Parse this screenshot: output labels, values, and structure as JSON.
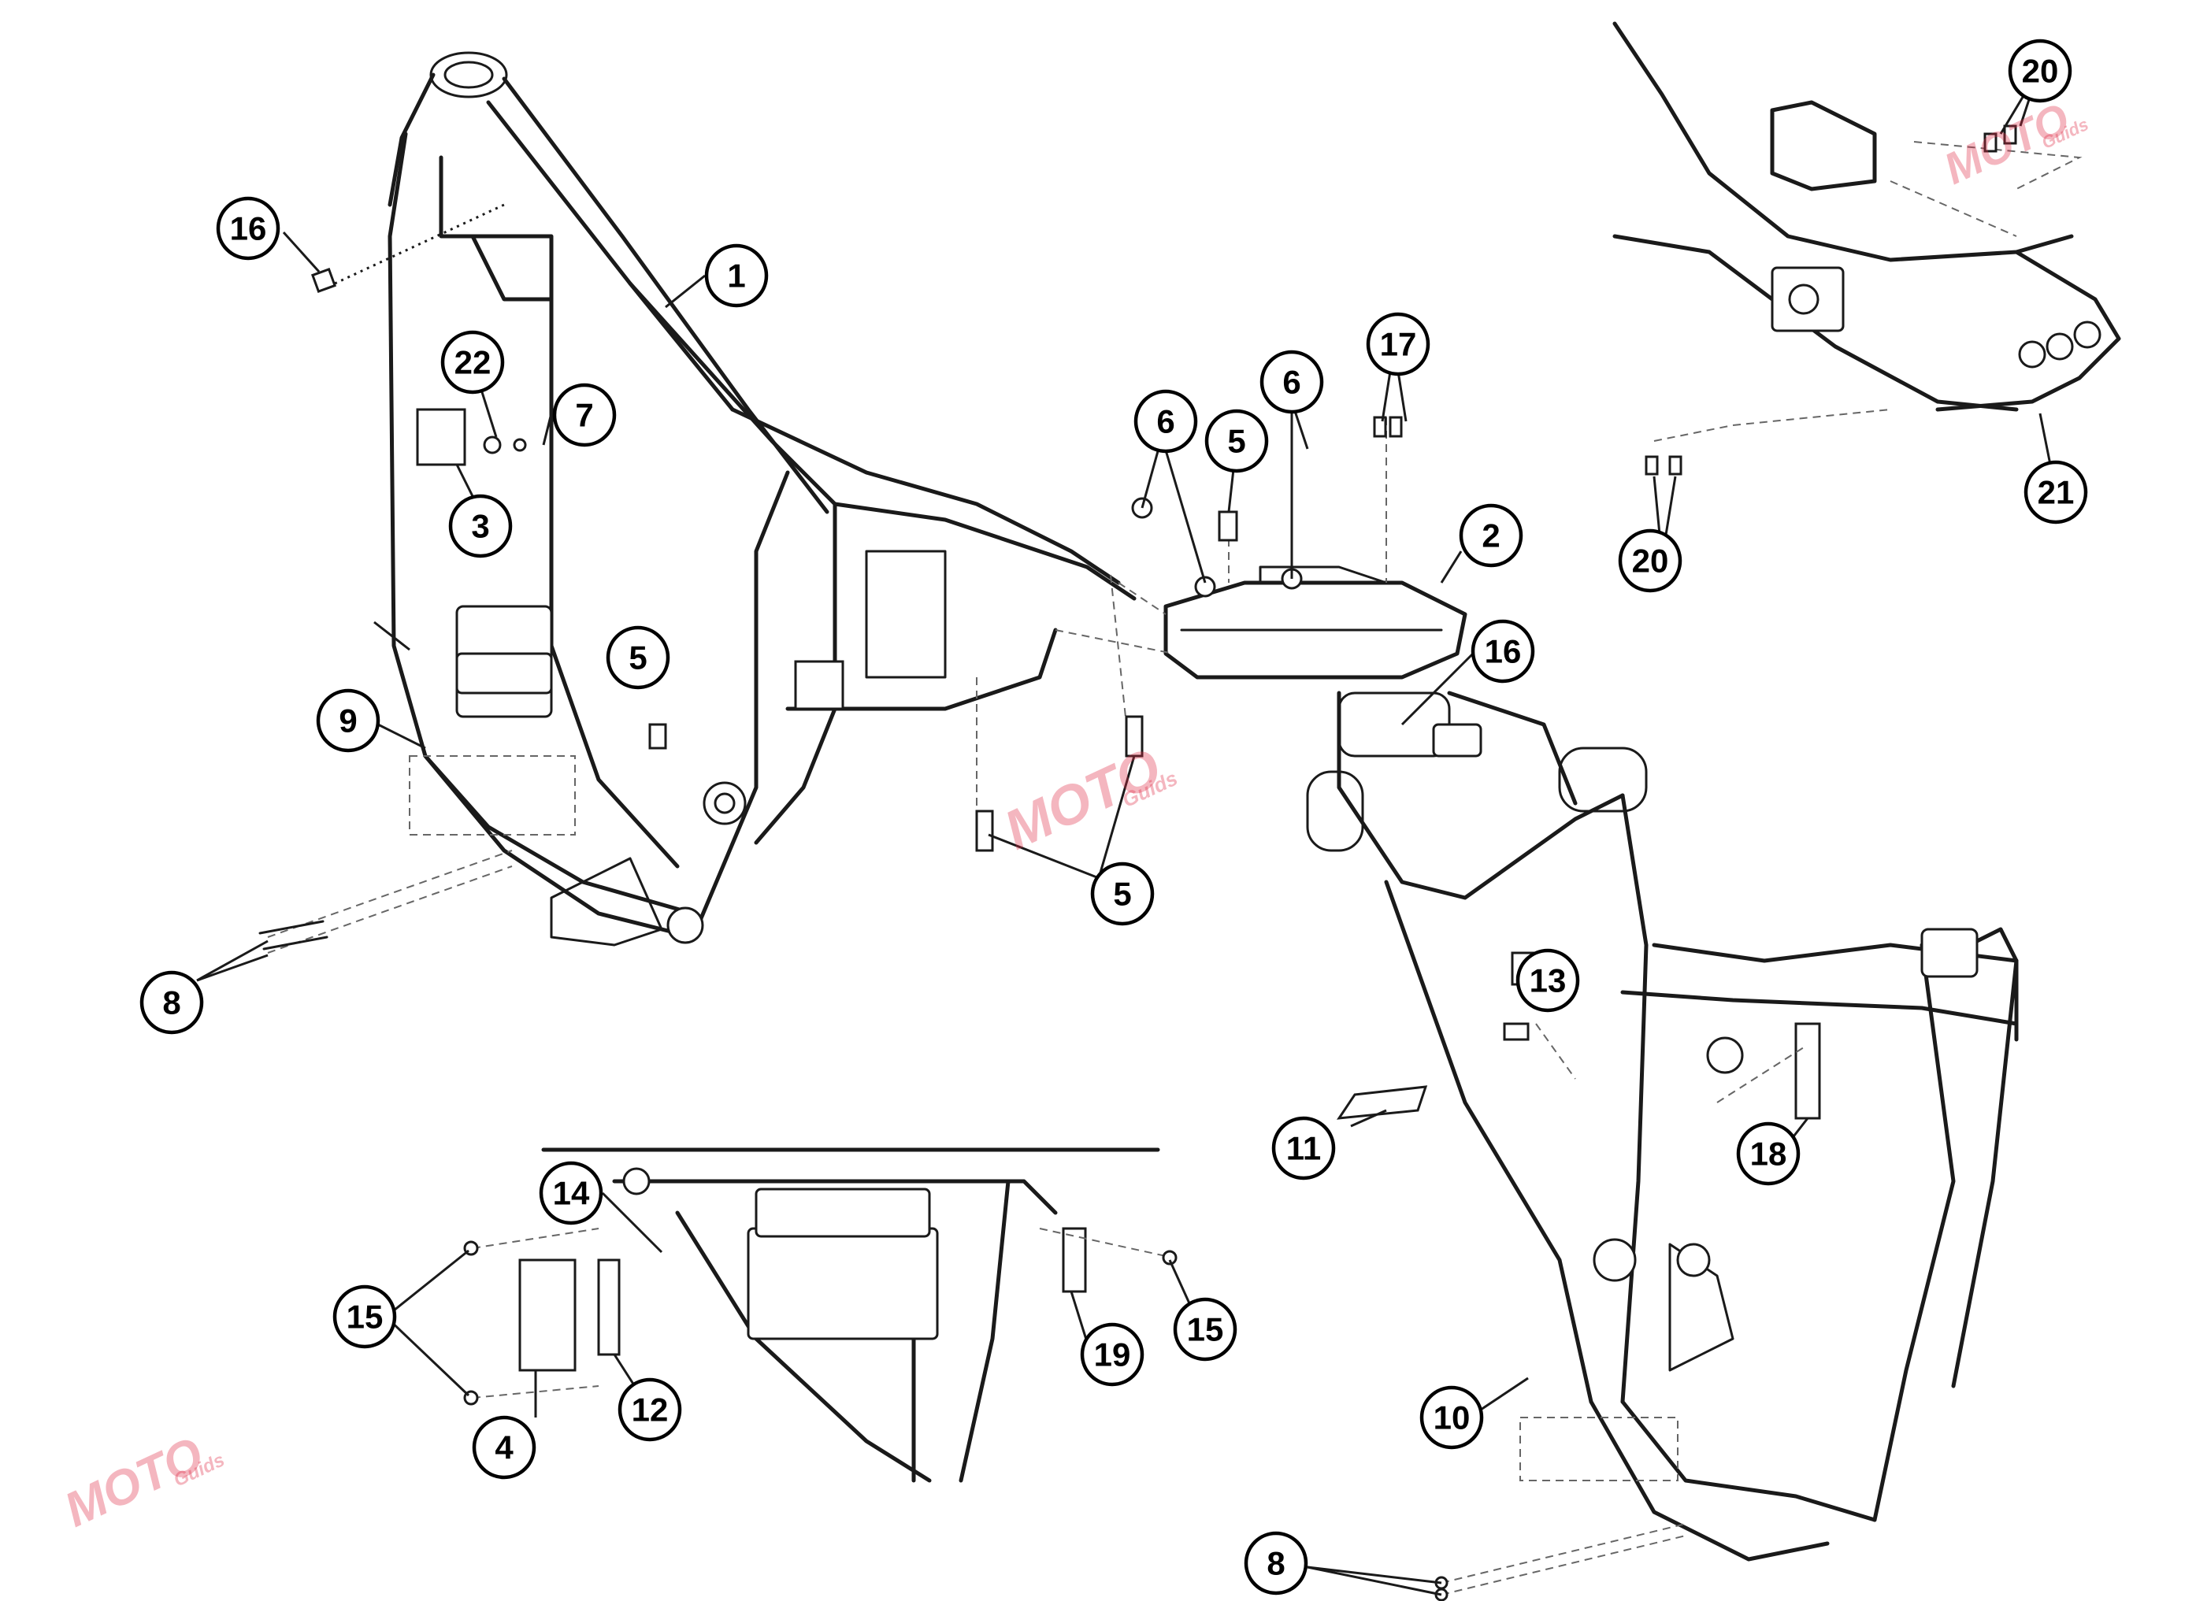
{
  "callouts": [
    {
      "id": "c-1",
      "label": "1"
    },
    {
      "id": "c-2",
      "label": "2"
    },
    {
      "id": "c-3",
      "label": "3"
    },
    {
      "id": "c-4",
      "label": "4"
    },
    {
      "id": "c-5a",
      "label": "5"
    },
    {
      "id": "c-5b",
      "label": "5"
    },
    {
      "id": "c-5c",
      "label": "5"
    },
    {
      "id": "c-6a",
      "label": "6"
    },
    {
      "id": "c-6b",
      "label": "6"
    },
    {
      "id": "c-7",
      "label": "7"
    },
    {
      "id": "c-8a",
      "label": "8"
    },
    {
      "id": "c-8b",
      "label": "8"
    },
    {
      "id": "c-9",
      "label": "9"
    },
    {
      "id": "c-10",
      "label": "10"
    },
    {
      "id": "c-11",
      "label": "11"
    },
    {
      "id": "c-12",
      "label": "12"
    },
    {
      "id": "c-13",
      "label": "13"
    },
    {
      "id": "c-14",
      "label": "14"
    },
    {
      "id": "c-15a",
      "label": "15"
    },
    {
      "id": "c-15b",
      "label": "15"
    },
    {
      "id": "c-16a",
      "label": "16"
    },
    {
      "id": "c-16b",
      "label": "16"
    },
    {
      "id": "c-17",
      "label": "17"
    },
    {
      "id": "c-18",
      "label": "18"
    },
    {
      "id": "c-19",
      "label": "19"
    },
    {
      "id": "c-20a",
      "label": "20"
    },
    {
      "id": "c-20b",
      "label": "20"
    },
    {
      "id": "c-21",
      "label": "21"
    },
    {
      "id": "c-22",
      "label": "22"
    }
  ],
  "watermark": {
    "brand": "MOTO",
    "sub": "Guids",
    "color": "#e0304a"
  }
}
